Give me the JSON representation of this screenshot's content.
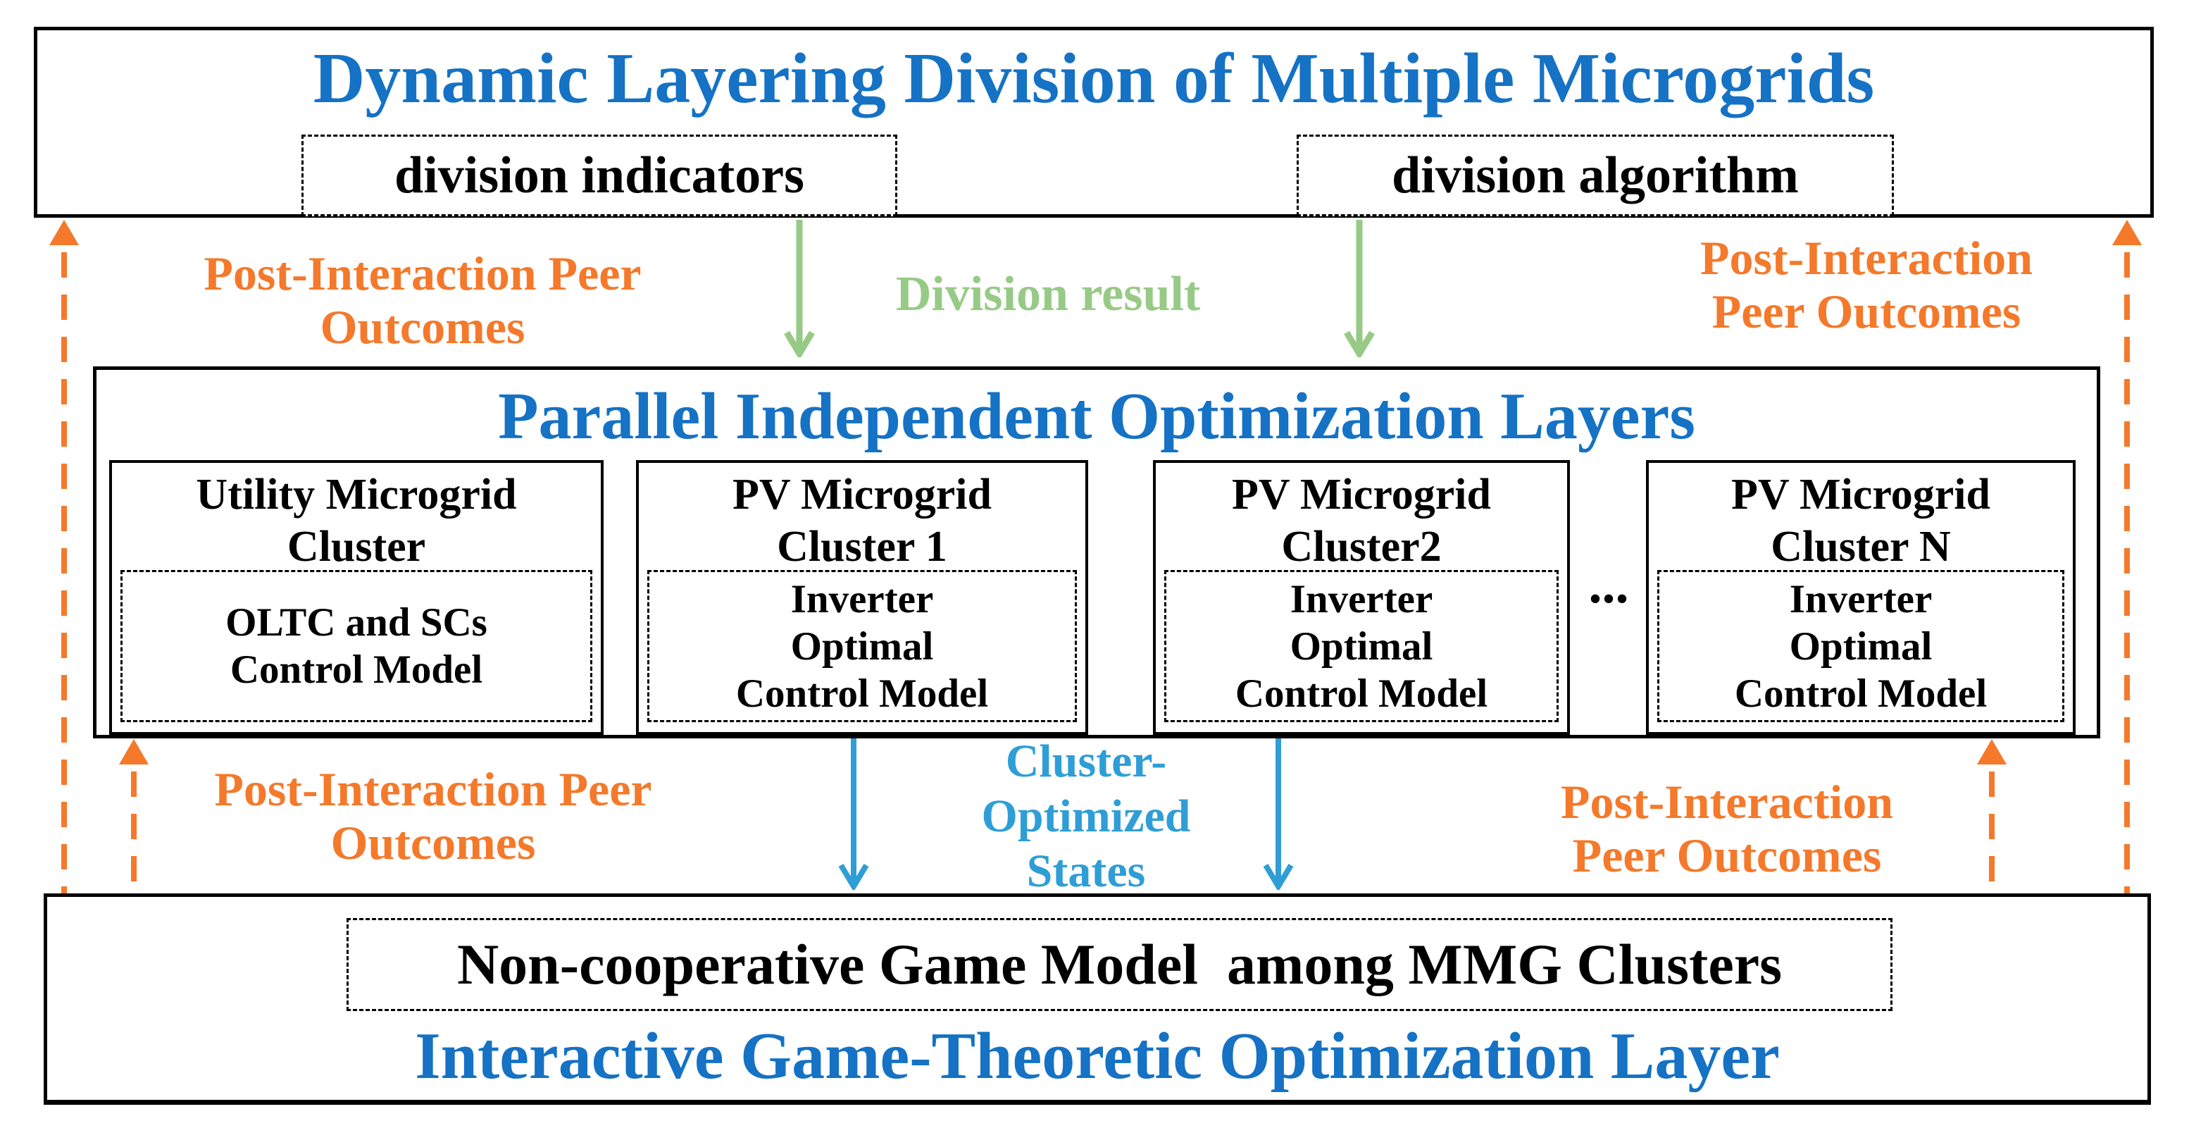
{
  "colors": {
    "title_blue": "#1572C4",
    "arrow_blue": "#2F9ED6",
    "arrow_green": "#97CA86",
    "arrow_orange": "#F4792B",
    "text_black": "#000000"
  },
  "top_layer": {
    "title": "Dynamic Layering Division of Multiple Microgrids",
    "division_indicators": "division indicators",
    "division_algorithm": "division algorithm"
  },
  "flow_labels": {
    "division_result": "Division result",
    "top_left": [
      "Post-Interaction Peer",
      "Outcomes"
    ],
    "top_right": [
      "Post-Interaction",
      "Peer Outcomes"
    ],
    "bottom_left": [
      "Post-Interaction Peer",
      "Outcomes"
    ],
    "bottom_right": [
      "Post-Interaction",
      "Peer Outcomes"
    ],
    "cluster_optimized": [
      "Cluster-",
      "Optimized",
      "States"
    ],
    "ellipsis": "..."
  },
  "middle_layer": {
    "title": "Parallel Independent Optimization Layers",
    "clusters": [
      {
        "title_lines": [
          "Utility Microgrid",
          "Cluster"
        ],
        "model_lines": [
          "OLTC and SCs",
          "Control Model"
        ]
      },
      {
        "title_lines": [
          "PV Microgrid",
          "Cluster 1"
        ],
        "model_lines": [
          "Inverter",
          "Optimal",
          "Control Model"
        ]
      },
      {
        "title_lines": [
          "PV Microgrid",
          "Cluster2"
        ],
        "model_lines": [
          "Inverter",
          "Optimal",
          "Control Model"
        ]
      },
      {
        "title_lines": [
          "PV Microgrid",
          "Cluster N"
        ],
        "model_lines": [
          "Inverter",
          "Optimal",
          "Control Model"
        ]
      }
    ]
  },
  "bottom_layer": {
    "game_model": "Non-cooperative Game Model  among MMG Clusters",
    "title": "Interactive Game-Theoretic Optimization Layer"
  }
}
